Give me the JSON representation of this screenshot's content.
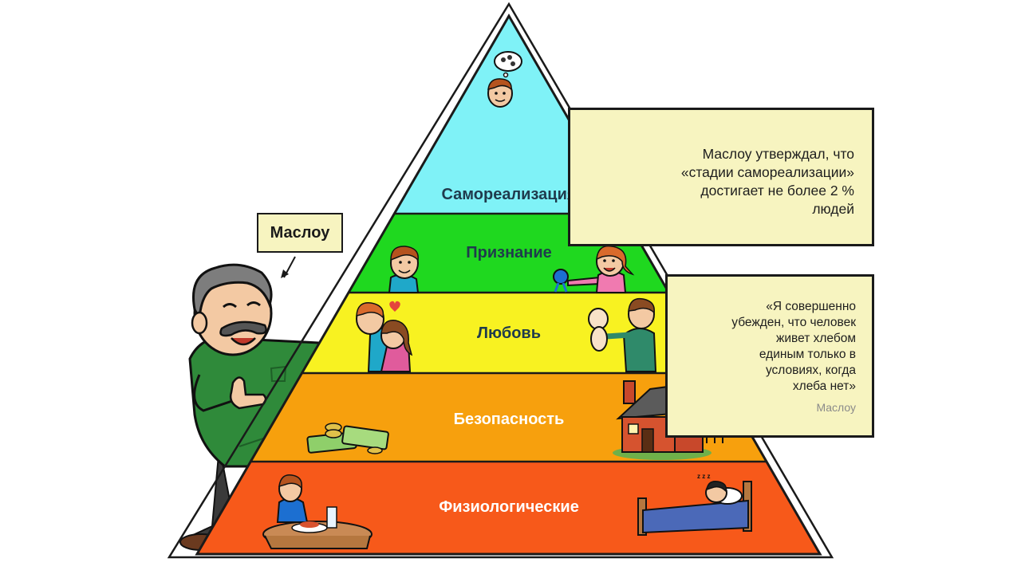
{
  "pyramid": {
    "levels": [
      {
        "label": "Самореализация",
        "color": "#7ff2f7",
        "text_color": "#1f3b4d"
      },
      {
        "label": "Признание",
        "color": "#1fd81f",
        "text_color": "#1f3b4d"
      },
      {
        "label": "Любовь",
        "color": "#f8f221",
        "text_color": "#1f3b4d"
      },
      {
        "label": "Безопасность",
        "color": "#f7a00d",
        "text_color": "#ffffff"
      },
      {
        "label": "Физиологические",
        "color": "#f7591a",
        "text_color": "#ffffff"
      }
    ]
  },
  "notes": {
    "top": {
      "lines": [
        "Маслоу утверждал, что",
        "«стадии самореализации»",
        "достигает не более 2 %",
        "людей"
      ]
    },
    "quote": {
      "lines": [
        "«Я совершенно",
        "убежден, что человек",
        "живет хлебом",
        "единым только в",
        "условиях, когда",
        "хлеба нет»"
      ],
      "author": "Маслоу"
    },
    "background": "#f7f4c0"
  },
  "maslow_label": "Маслоу",
  "illustrations": [
    "thinking-boy-icon",
    "boy-icon",
    "girl-with-ribbon-icon",
    "hugging-couple-icon",
    "father-with-baby-icon",
    "money-icon",
    "house-icon",
    "boy-eating-icon",
    "sleeping-boy-icon",
    "maslow-character-icon"
  ]
}
